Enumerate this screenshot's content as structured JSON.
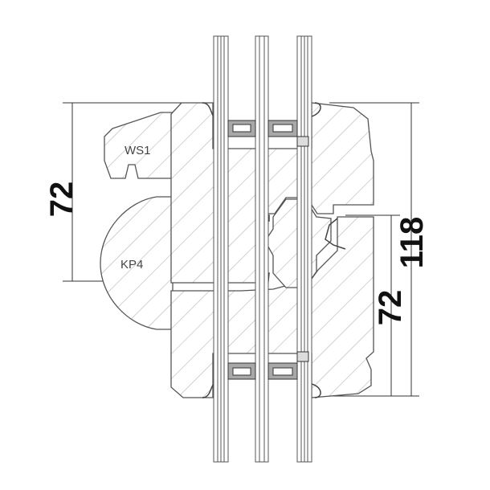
{
  "dimensions": {
    "left_height": "72",
    "right_total": "118",
    "right_lower": "72"
  },
  "labels": {
    "profile_top": "WS1",
    "profile_round": "KP4"
  },
  "colors": {
    "outline": "#555555",
    "hatch": "#b5b5b5",
    "spacer": "#a8a8a8",
    "text": "#111111"
  }
}
